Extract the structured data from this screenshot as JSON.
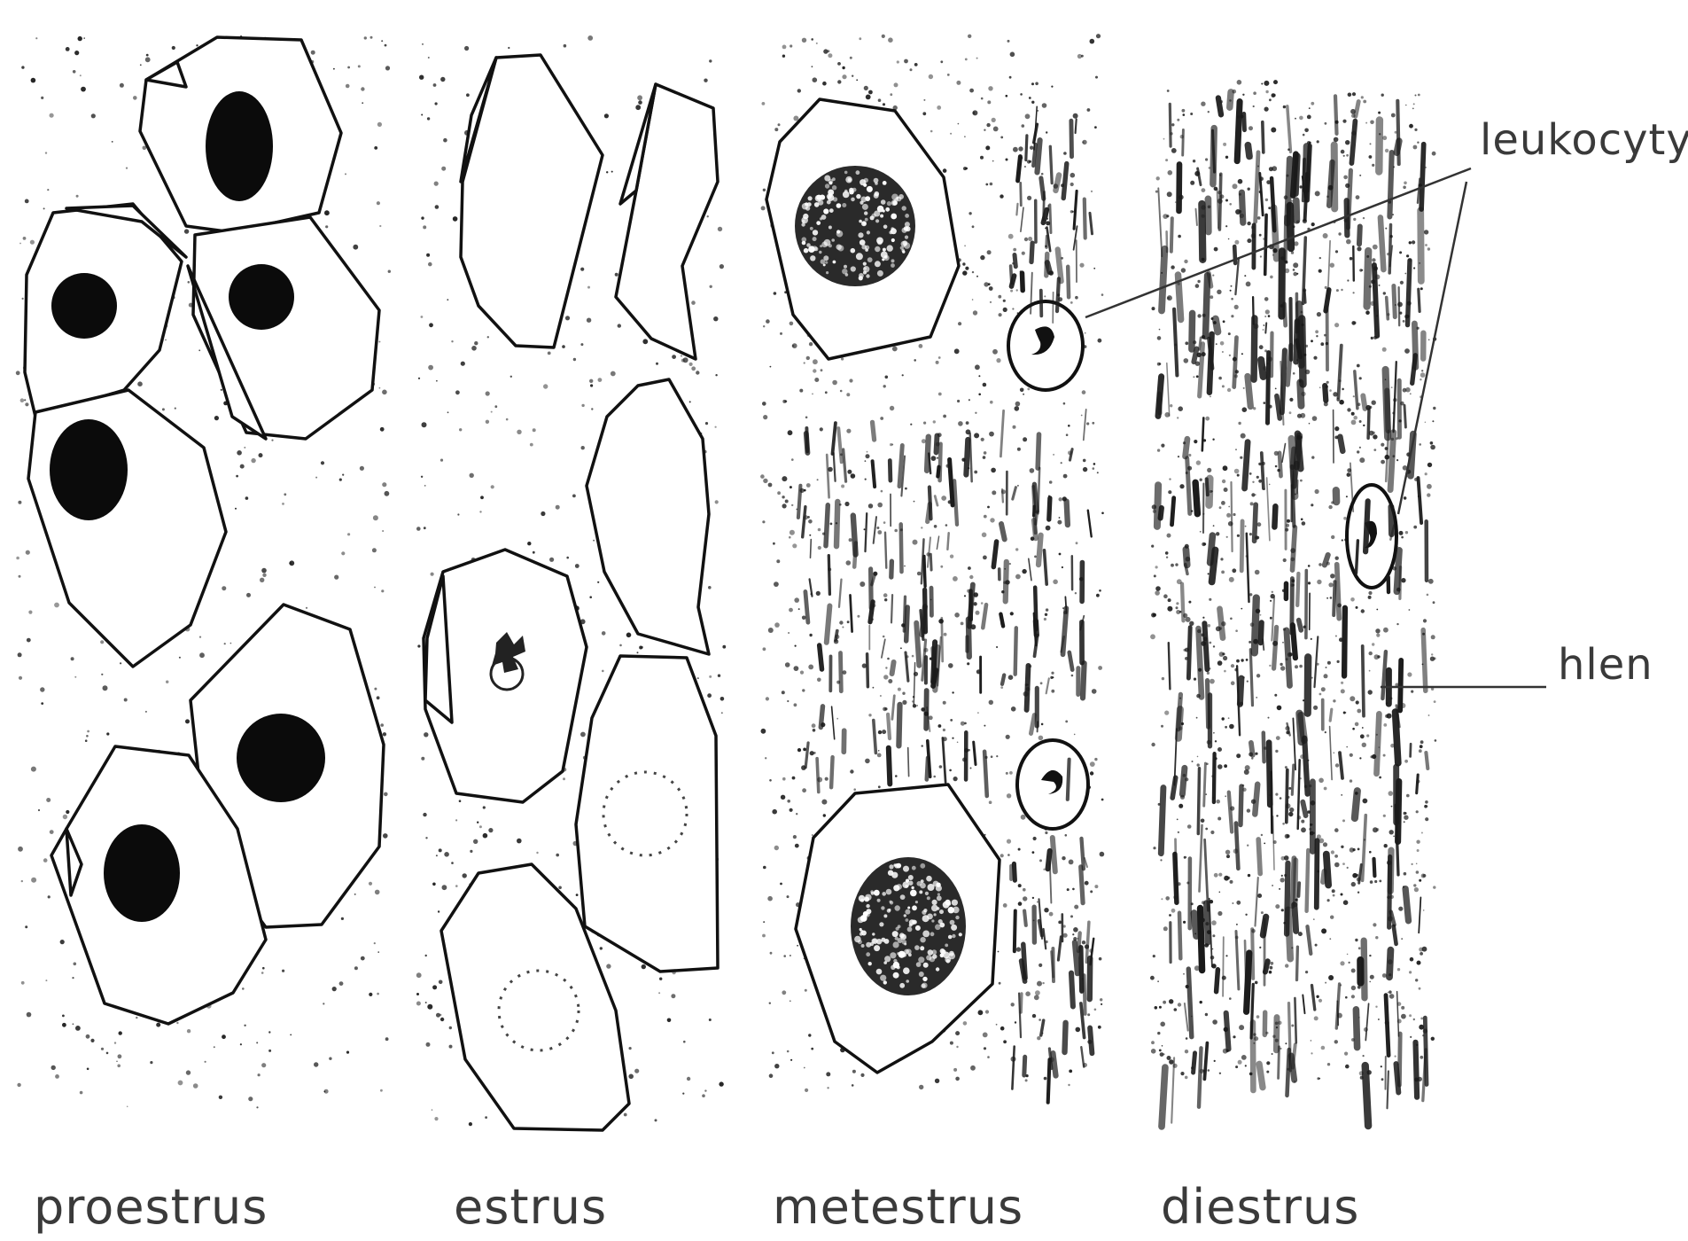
{
  "stages": [
    {
      "key": "proestrus",
      "label": "proestrus"
    },
    {
      "key": "estrus",
      "label": "estrus"
    },
    {
      "key": "metestrus",
      "label": "metestrus"
    },
    {
      "key": "diestrus",
      "label": "diestrus"
    }
  ],
  "annotations": {
    "leukocytes": "leukocyty",
    "mucus": "hlen"
  },
  "colors": {
    "ink": "#111111",
    "label": "#3a3a3a",
    "background": "#ffffff"
  }
}
